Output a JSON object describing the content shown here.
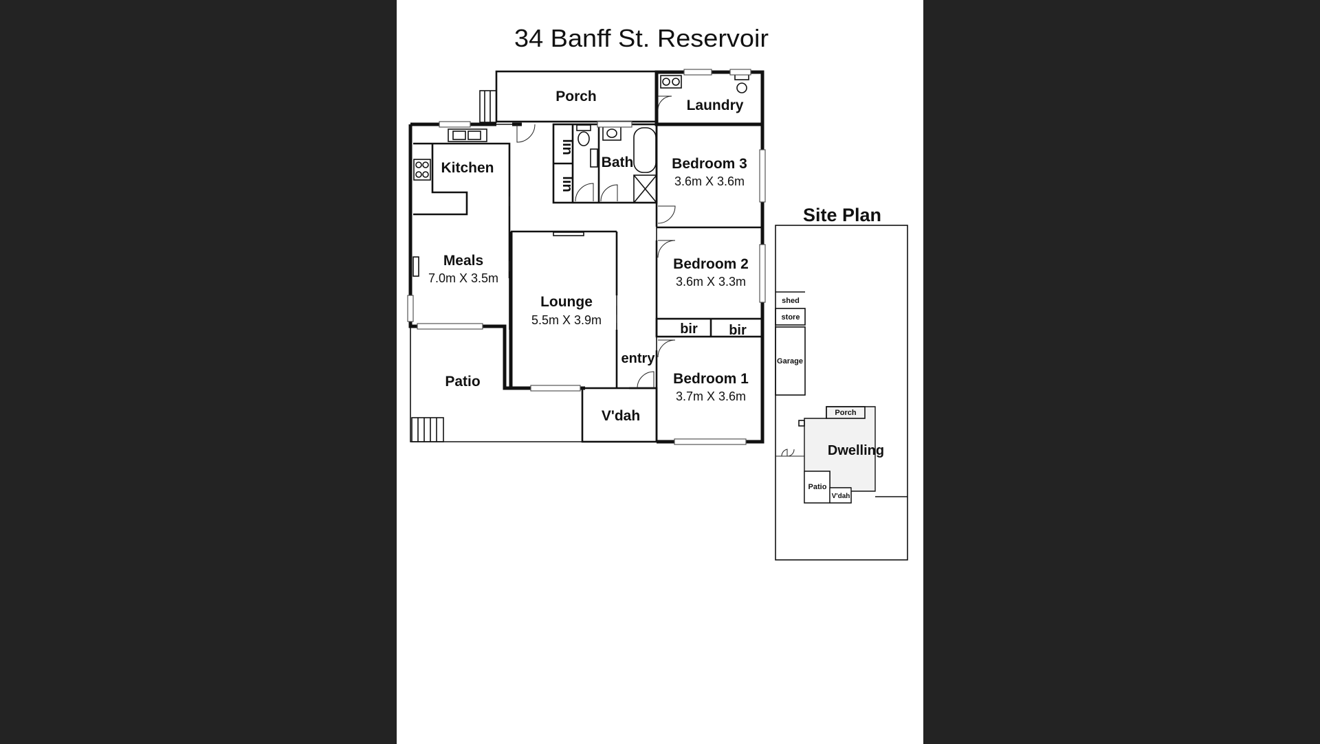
{
  "title": "34 Banff St. Reservoir",
  "rooms": {
    "porch": "Porch",
    "laundry": "Laundry",
    "kitchen": "Kitchen",
    "linen_1": "lin",
    "linen_2": "lin",
    "bath": "Bath",
    "bedroom3": {
      "name": "Bedroom 3",
      "dims": "3.6m X 3.6m"
    },
    "bedroom2": {
      "name": "Bedroom 2",
      "dims": "3.6m X 3.3m"
    },
    "bedroom1": {
      "name": "Bedroom 1",
      "dims": "3.7m X 3.6m"
    },
    "meals": {
      "name": "Meals",
      "dims": "7.0m X 3.5m"
    },
    "lounge": {
      "name": "Lounge",
      "dims": "5.5m X 3.9m"
    },
    "bir_1": "bir",
    "bir_2": "bir",
    "entry": "entry",
    "patio": "Patio",
    "vdah": "V'dah"
  },
  "site_plan": {
    "title": "Site Plan",
    "shed": "shed",
    "store": "store",
    "garage": "Garage",
    "porch": "Porch",
    "dwelling": "Dwelling",
    "patio": "Patio",
    "vdah": "V'dah"
  },
  "colors": {
    "background": "#232323",
    "sheet": "#ffffff",
    "dwelling_fill": "#f2f2f2"
  }
}
